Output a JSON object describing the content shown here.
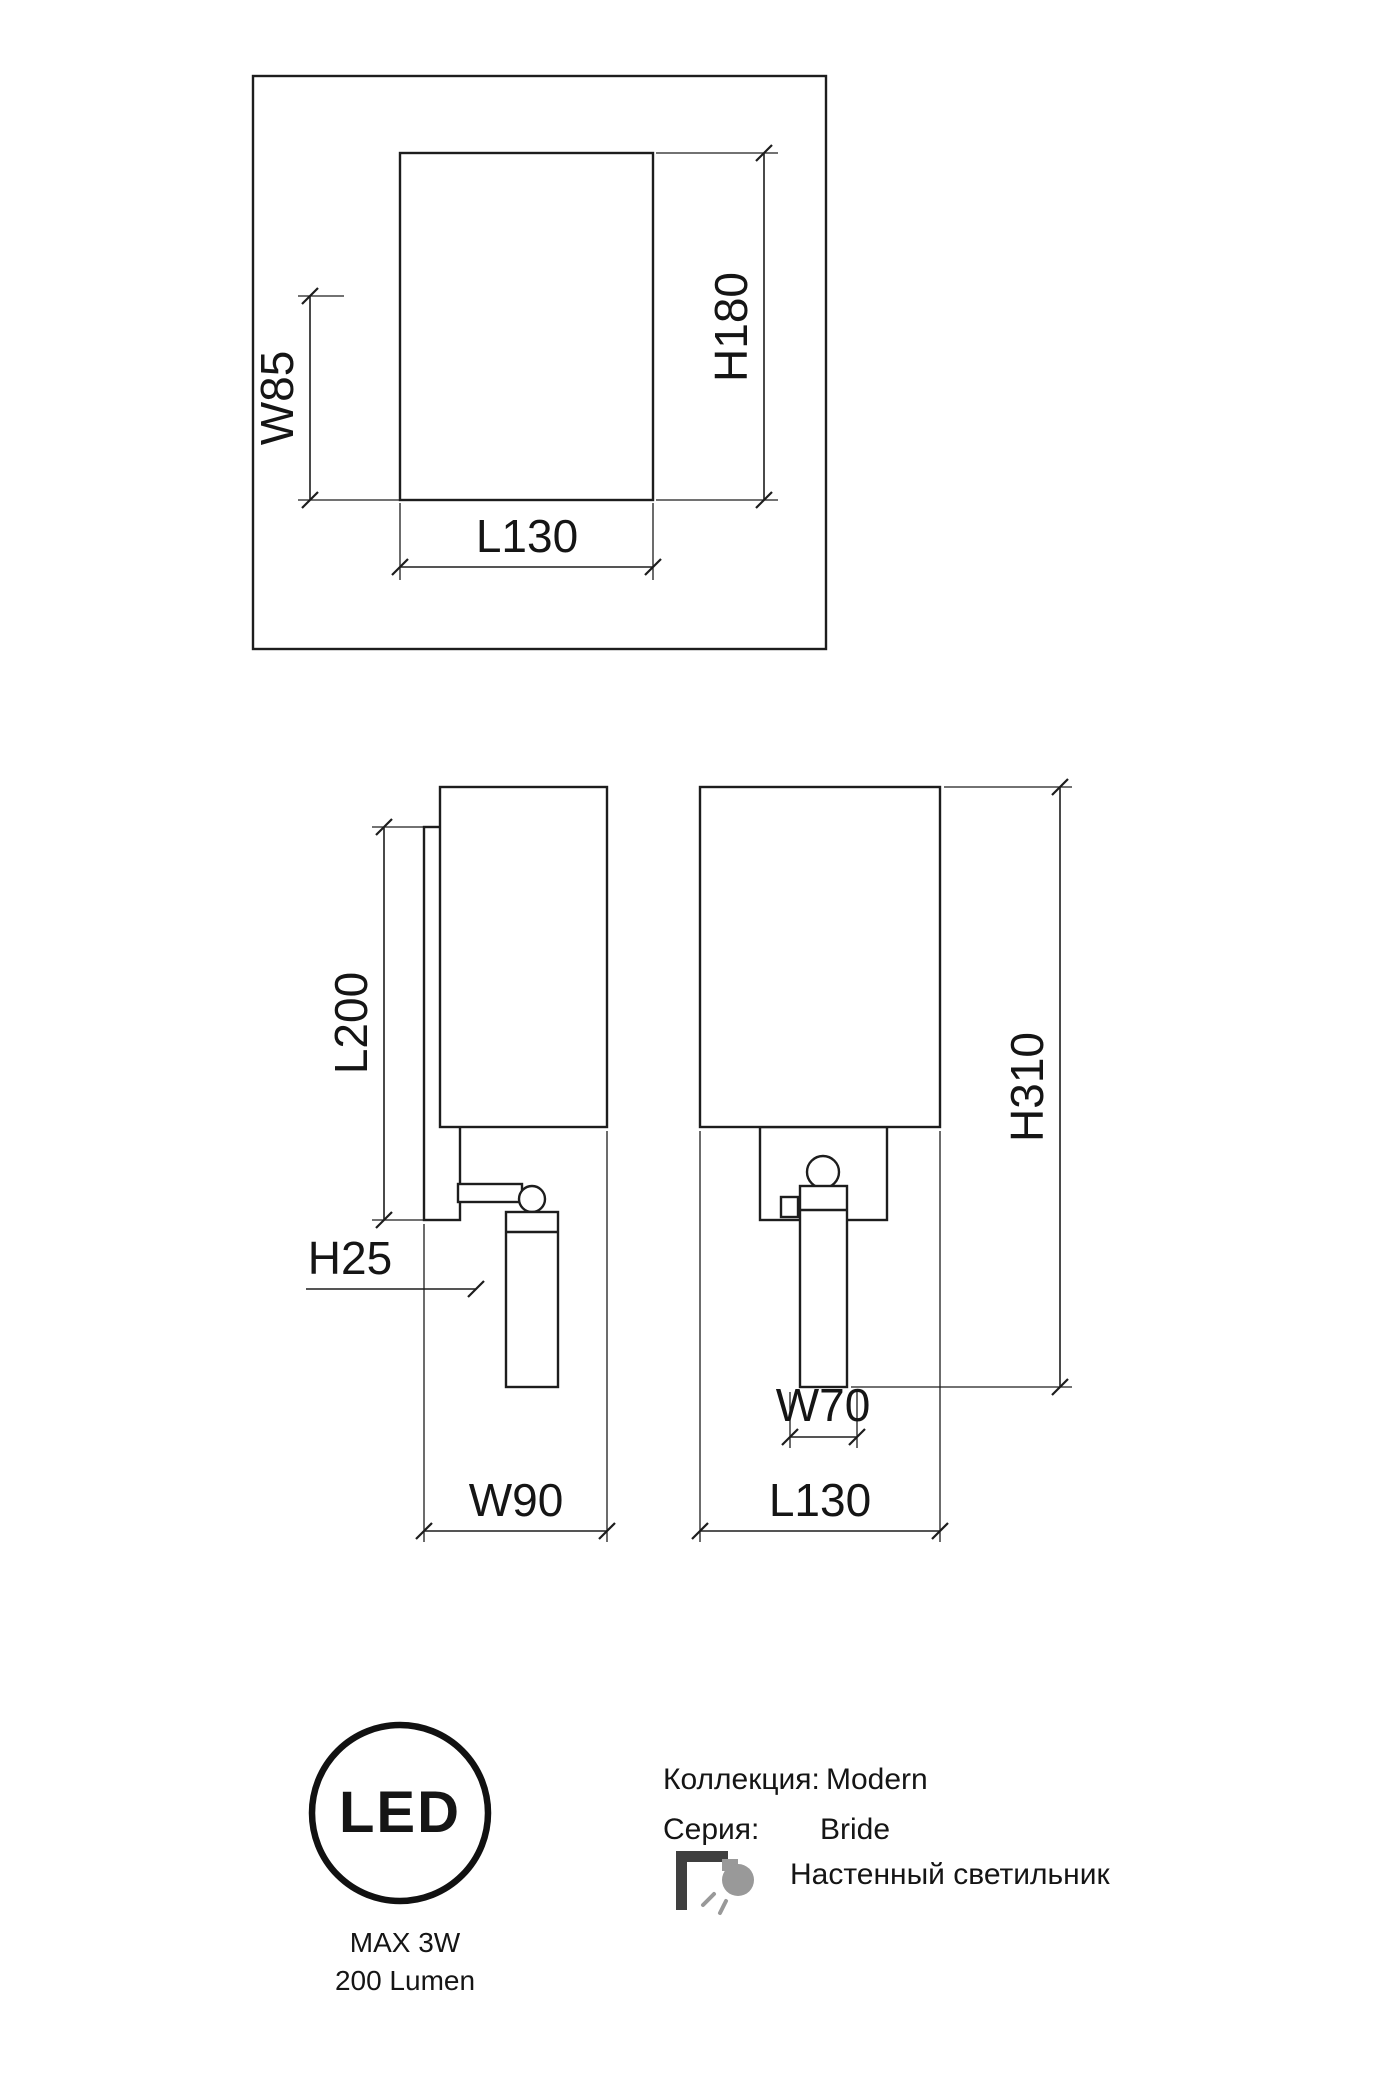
{
  "top_view": {
    "width_label": "W85",
    "height_label": "H180",
    "length_label": "L130"
  },
  "side_view": {
    "length_label": "L200",
    "offset_label": "H25",
    "width_label": "W90"
  },
  "front_view": {
    "width_label": "W70",
    "length_label": "L130",
    "height_label": "H310"
  },
  "led_badge": {
    "label": "LED",
    "max_power": "MAX 3W",
    "luminous_flux": "200 Lumen"
  },
  "product": {
    "collection_label": "Коллекция:",
    "collection_value": "Modern",
    "series_label": "Серия:",
    "series_value": "Bride",
    "type_value": "Настенный светильник"
  },
  "colors": {
    "line": "#1d1d1d",
    "text": "#151515",
    "icon_dark": "#3f3f3f",
    "icon_gray": "#999999",
    "background": "#ffffff"
  }
}
